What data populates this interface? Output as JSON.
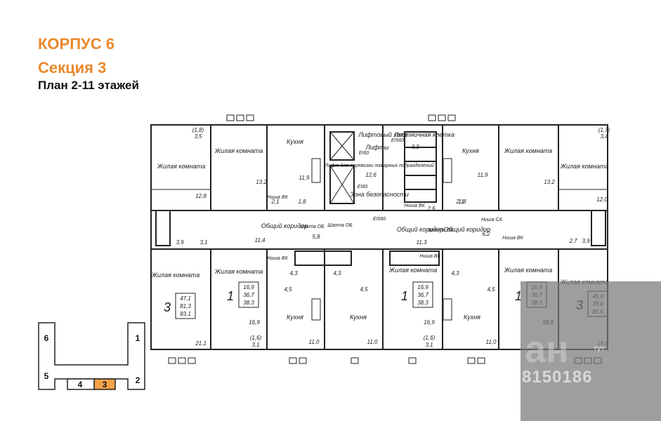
{
  "header": {
    "corpus": "КОРПУС 6",
    "section": "Секция 3",
    "plan": "План 2-11 этажей"
  },
  "colors": {
    "accent": "#e8892b",
    "ink": "#1a1a1a",
    "highlight": "#f4a24a"
  },
  "keyplan": {
    "labels": [
      "6",
      "1",
      "5",
      "4",
      "3",
      "2"
    ],
    "active": "3"
  },
  "rooms": {
    "living": "Жилая комната",
    "kitchen": "Кухня",
    "corridor": "Общий коридор",
    "lift_hall": "Лифтовый холл",
    "stairs": "Лестничная клетка",
    "lifts": "Лифты",
    "safe_zone": "Зона безопасности",
    "niche_vk": "Ниша ВК",
    "niche_sa": "Ниша СА",
    "shaft": "Шахта ОБ",
    "ei60": "EI60",
    "ei560": "EI560",
    "lift_note": "Лифт для перевозки пожарных подразделений"
  },
  "apartments": [
    {
      "rooms": "3",
      "a": "47,1",
      "b": "81,3",
      "c": "83,1"
    },
    {
      "rooms": "1",
      "a": "16,9",
      "b": "36,7",
      "c": "38,3"
    },
    {
      "rooms": "1",
      "a": "16,9",
      "b": "36,7",
      "c": "38,3"
    },
    {
      "rooms": "1",
      "a": "16,9",
      "b": "36,7",
      "c": "38,3"
    },
    {
      "rooms": "3",
      "a": "45,0",
      "b": "78,8",
      "c": "80,5"
    }
  ],
  "areas": [
    "(1,8)",
    "3,5",
    "12,8",
    "13,2",
    "11,9",
    "3,9",
    "3,1",
    "11,4",
    "2,1",
    "1,8",
    "5,8",
    "12,6",
    "3,3",
    "11,9",
    "13,2",
    "(1,7)",
    "3,4",
    "12,0",
    "2,6",
    "2,1",
    "6,2",
    "11,3",
    "2,7",
    "3,9",
    "4,3",
    "4,3",
    "4,5",
    "4,5",
    "4,3",
    "4,5",
    "16,9",
    "16,9",
    "16,9",
    "16,9",
    "21,1",
    "(1,6)",
    "3,1",
    "11,0",
    "11,0",
    "(1,6)",
    "3,1",
    "11,0",
    "19,8",
    "1,8"
  ],
  "watermark": {
    "number": "8150186",
    "small": "тут"
  }
}
